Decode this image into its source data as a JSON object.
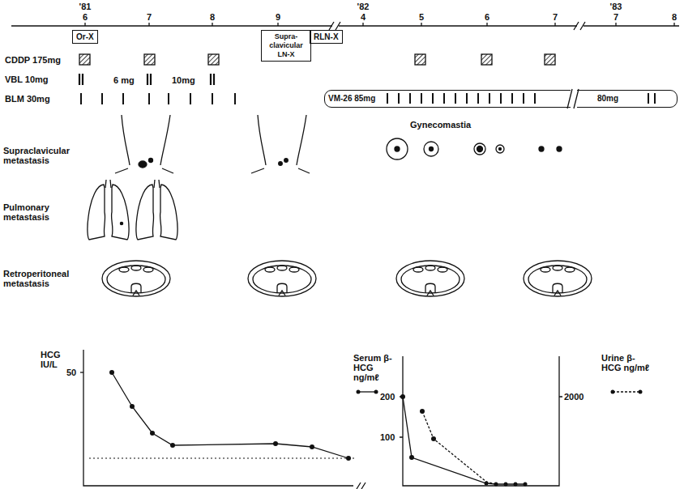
{
  "diagram": {
    "nodes": [
      {
        "text": [
          "Or-X"
        ]
      },
      {
        "text": [
          "Supra- clavicular LN-X"
        ]
      },
      {
        "text": [
          "RLN-X"
        ]
      },
      {
        "text": [
          "VM-26 85mg",
          "80mg"
        ]
      }
    ],
    "labels": [
      "'81",
      "6",
      "7",
      "8",
      "9",
      "'82",
      "4",
      "5",
      "6",
      "7",
      "'83",
      "7",
      "8",
      "CDDP 175mg",
      "VBL 10mg",
      "6 mg",
      "10mg",
      "BLM 30mg",
      "Gynecomastia",
      "Supraclavicular metastasis",
      "Pulmonary metastasis",
      "Retroperitoneal metastasis",
      "HCG IU/L",
      "50",
      "Serum β-HCG ng/mℓ",
      "200",
      "100",
      "2000",
      "Urine β-HCG ng/mℓ"
    ]
  }
}
